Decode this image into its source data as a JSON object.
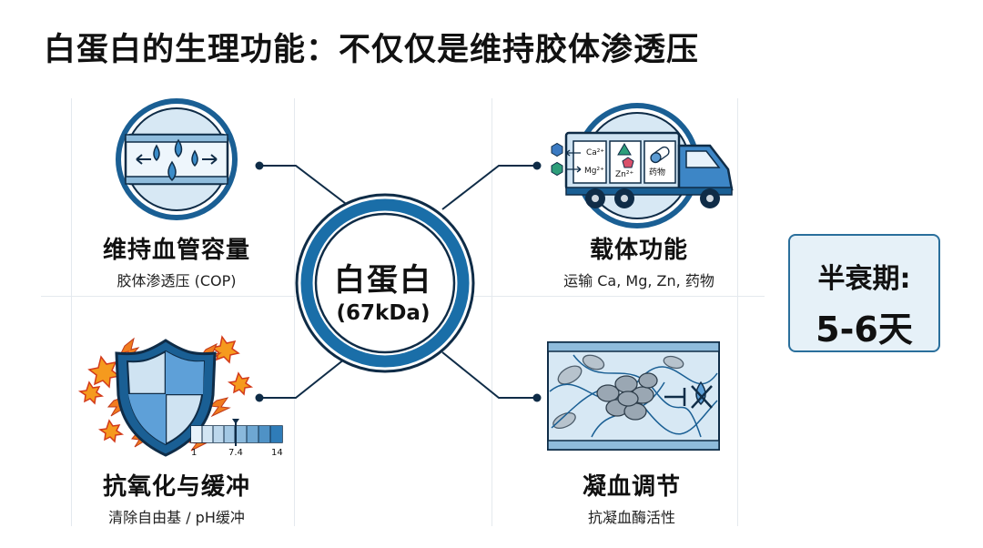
{
  "title": "白蛋白的生理功能：不仅仅是维持胶体渗透压",
  "center": {
    "name": "白蛋白",
    "mass": "(67kDa)"
  },
  "functions": {
    "top_left": {
      "heading": "维持血管容量",
      "sub": "胶体渗透压 (COP)"
    },
    "top_right": {
      "heading": "载体功能",
      "sub": "运输 Ca, Mg, Zn, 药物"
    },
    "bottom_left": {
      "heading": "抗氧化与缓冲",
      "sub": "清除自由基 / pH缓冲"
    },
    "bottom_right": {
      "heading": "凝血调节",
      "sub": "抗凝血酶活性"
    }
  },
  "carrier_icon": {
    "ca": "Ca²⁺",
    "mg": "Mg²⁺",
    "zn": "Zn²⁺",
    "drug": "药物"
  },
  "ph_scale": {
    "min": "1",
    "value": "7.4",
    "max": "14",
    "value_fraction": 0.49
  },
  "half_life": {
    "label": "半衰期:",
    "value": "5-6天"
  },
  "colors": {
    "accent": "#1a5f94",
    "light_blue": "#d7e8f4",
    "dark_navy": "#0f2c47",
    "warning_orange": "#f07c1f",
    "warning_red": "#d33a1a"
  }
}
